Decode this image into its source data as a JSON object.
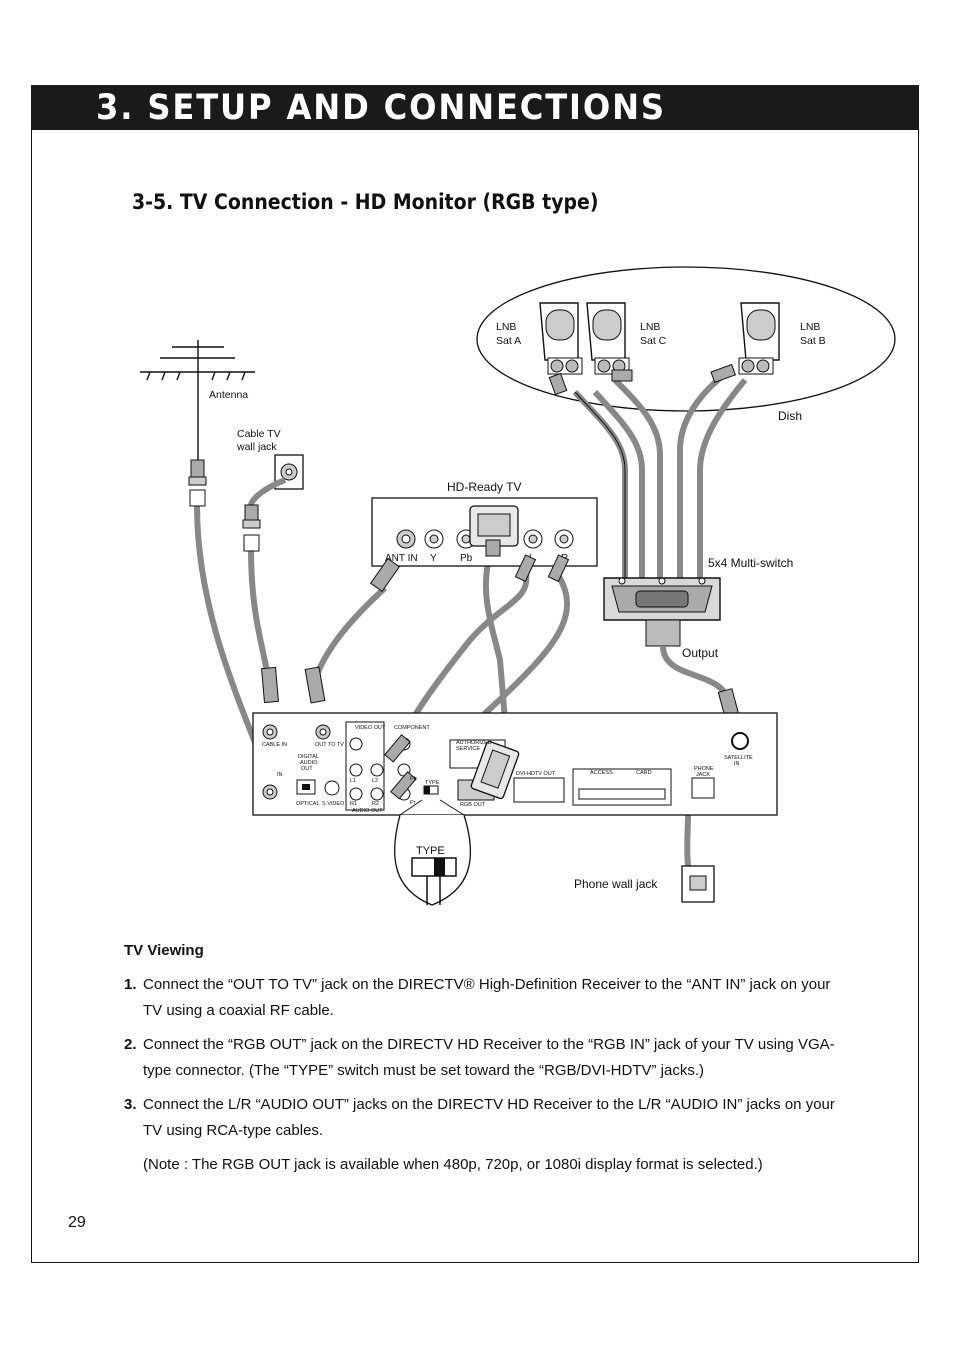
{
  "header": {
    "title": "3. SETUP AND CONNECTIONS"
  },
  "section": {
    "title": "3-5. TV Connection - HD Monitor (RGB type)"
  },
  "diagram": {
    "labels": {
      "lnb_a": [
        "LNB",
        "Sat A"
      ],
      "lnb_c": [
        "LNB",
        "Sat C"
      ],
      "lnb_b": [
        "LNB",
        "Sat B"
      ],
      "dish": "Dish",
      "antenna": "Antenna",
      "cable_wall_jack": [
        "Cable TV",
        "wall jack"
      ],
      "hd_ready_tv": "HD-Ready TV",
      "multiswitch": "5x4 Multi-switch",
      "output": "Output",
      "phone_wall_jack": "Phone wall jack",
      "type_switch": "TYPE"
    },
    "tv_jacks": [
      "ANT IN",
      "Y",
      "Pb",
      "",
      "L",
      "R"
    ],
    "receiver_labels": {
      "cable_in": "CABLE IN",
      "out_to_tv": "OUT TO TV",
      "in": "IN",
      "digital_audio_out": [
        "DIGITAL",
        "AUDIO",
        "OUT"
      ],
      "optical": "OPTICAL",
      "s_video": "S VIDEO",
      "video_out": "VIDEO OUT",
      "component": "COMPONENT",
      "audio_out": "AUDIO OUT",
      "satellite_in": [
        "SATELLITE",
        "IN"
      ],
      "phone_jack": [
        "PHONE",
        "JACK"
      ],
      "access_card": [
        "ACCESS",
        "CARD"
      ],
      "dvi_hdtv_out": "DVI-HDTV OUT",
      "rgb_out": "RGB OUT",
      "authorized_service": [
        "AUTHORIZED",
        "SERVICE"
      ],
      "type": "TYPE",
      "l1": "L1",
      "l2": "L2",
      "r1": "R1",
      "r2": "R2",
      "pb": "Pb",
      "pr": "Pr"
    }
  },
  "content": {
    "heading": "TV Viewing",
    "steps": [
      {
        "num": "1.",
        "text": "Connect the “OUT TO TV” jack on the DIRECTV® High-Definition Receiver to the “ANT IN” jack on your TV using a coaxial RF cable."
      },
      {
        "num": "2.",
        "text": "Connect the “RGB OUT” jack on the DIRECTV HD Receiver to the “RGB IN” jack of your TV using VGA-type connector. (The “TYPE” switch must be set toward the “RGB/DVI-HDTV” jacks.)"
      },
      {
        "num": "3.",
        "text": "Connect the L/R “AUDIO OUT” jacks on  the DIRECTV HD Receiver to the L/R “AUDIO IN” jacks on your TV using RCA-type cables."
      }
    ],
    "note": "(Note : The RGB OUT jack is available when 480p, 720p, or 1080i display format is selected.)"
  },
  "page": {
    "number": "29"
  }
}
